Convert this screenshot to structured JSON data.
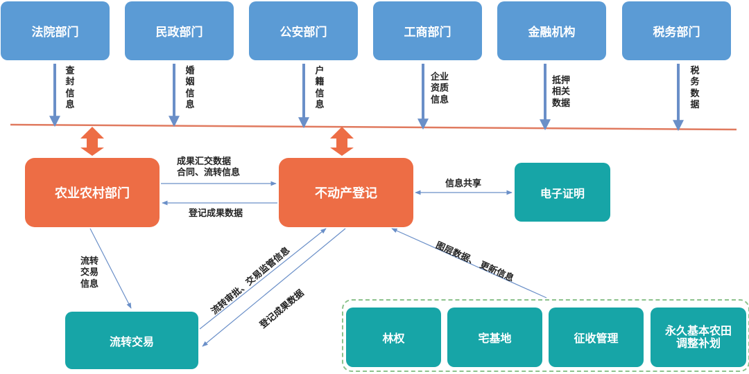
{
  "top_departments": [
    {
      "id": "court",
      "label": "法院部门",
      "flow": "查\n封\n信\n息"
    },
    {
      "id": "civil",
      "label": "民政部门",
      "flow": "婚\n姻\n信\n息"
    },
    {
      "id": "police",
      "label": "公安部门",
      "flow": "户\n籍\n信\n息"
    },
    {
      "id": "commerce",
      "label": "工商部门",
      "flow": "企业\n资质\n信息"
    },
    {
      "id": "finance",
      "label": "金融机构",
      "flow": "抵押\n相关\n数据"
    },
    {
      "id": "tax",
      "label": "税务部门",
      "flow": "税\n务\n数\n据"
    }
  ],
  "agri": {
    "label": "农业农村部门"
  },
  "registry": {
    "label": "不动产登记"
  },
  "ecert": {
    "label": "电子证明"
  },
  "trade": {
    "label": "流转交易"
  },
  "bottom_group": [
    {
      "id": "forest",
      "label": "林权"
    },
    {
      "id": "homestead",
      "label": "宅基地"
    },
    {
      "id": "expropriation",
      "label": "征收管理"
    },
    {
      "id": "farmland",
      "label": "永久基本农田\n调整补划"
    }
  ],
  "edge_labels": {
    "agri_to_registry": "成果汇交数据\n合同、流转信息",
    "registry_to_agri": "登记成果数据",
    "info_share": "信息共享",
    "agri_to_trade": "流转\n交易\n信息",
    "trade_to_registry": "流转审批、交易监管信息",
    "registry_to_trade": "登记成果数据",
    "group_to_registry": "图层数据、\n更新信息"
  },
  "colors": {
    "top": "#5b9bd5",
    "orange": "#ed6d45",
    "teal": "#17a5a7",
    "arrow": "#6a8fc8",
    "divider": "#e07a5f",
    "dashed": "#8cc28c"
  }
}
